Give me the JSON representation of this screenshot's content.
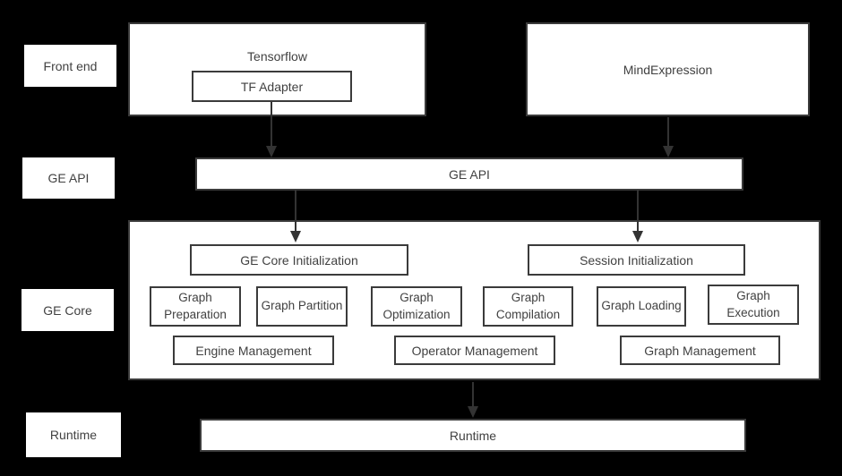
{
  "colors": {
    "background": "#000000",
    "box_fill": "#ffffff",
    "box_border": "#3b3b3b",
    "text": "#414141",
    "arrow": "#333333"
  },
  "side_labels": [
    {
      "label": "Front end"
    },
    {
      "label": "GE API"
    },
    {
      "label": "GE Core"
    },
    {
      "label": "Runtime"
    }
  ],
  "front_end": {
    "tensorflow_title": "Tensorflow",
    "tf_adapter": "TF Adapter",
    "mind_expression": "MindExpression"
  },
  "ge_api": {
    "label": "GE API"
  },
  "ge_core": {
    "initialization": [
      "GE Core Initialization",
      "Session Initialization"
    ],
    "stages": [
      "Graph Preparation",
      "Graph Partition",
      "Graph Optimization",
      "Graph Compilation",
      "Graph Loading",
      "Graph Execution"
    ],
    "management": [
      "Engine Management",
      "Operator Management",
      "Graph Management"
    ]
  },
  "runtime": {
    "label": "Runtime"
  }
}
